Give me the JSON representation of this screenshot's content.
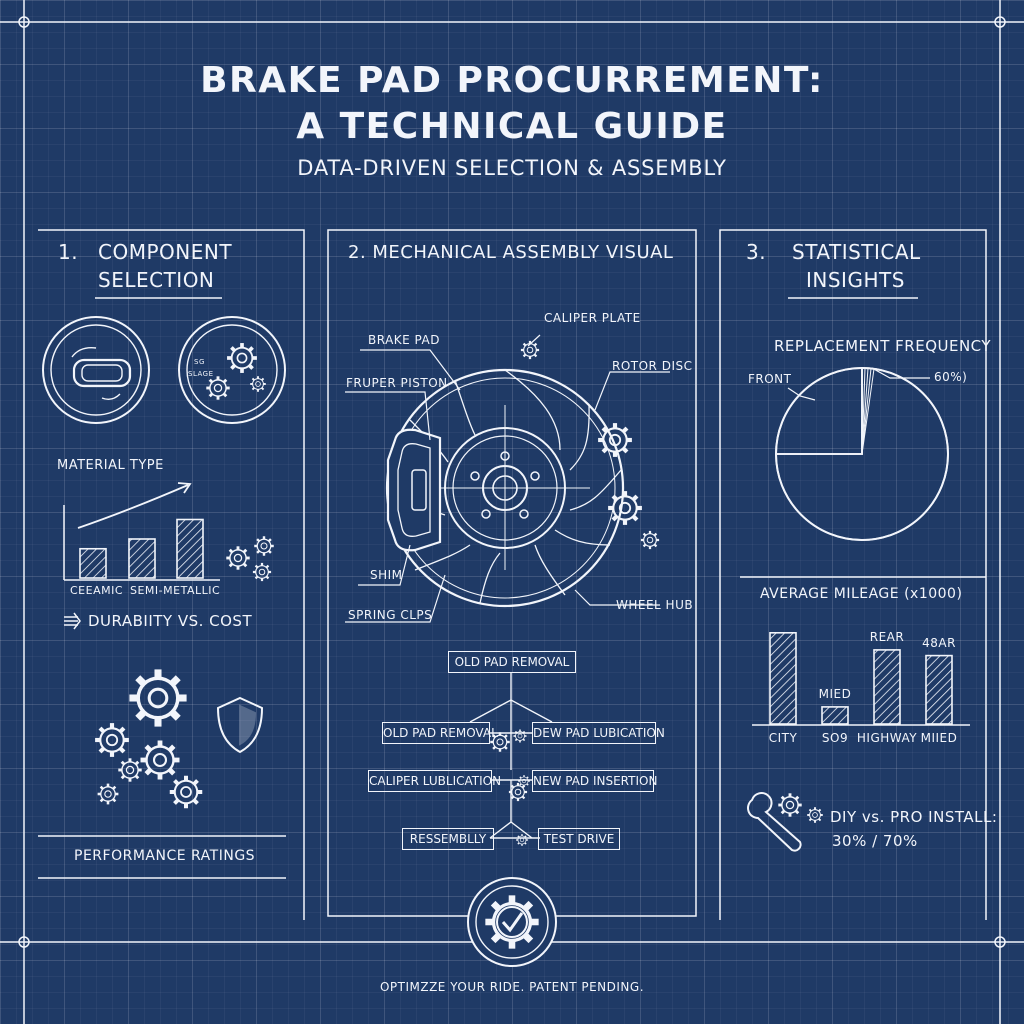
{
  "header": {
    "title_line1": "BRAKE PAD PROCURREMENT:",
    "title_line2": "A TECHNICAL GUIDE",
    "subtitle": "DATA-DRIVEN SELECTION & ASSEMBLY"
  },
  "panel1": {
    "number": "1.",
    "title_line1": "COMPONENT",
    "title_line2": "SELECTION",
    "gear_text_1": "SG",
    "gear_text_2": "SLAGE",
    "chart_title": "MATERIAL TYPE",
    "chart_label_1": "CEEAMIC",
    "chart_label_2": "SEMI-METALLIC",
    "durability_label": "DURABIITY VS. COST",
    "performance_label": "PERFORMANCE RATINGS"
  },
  "panel2": {
    "title": "2.  MECHANICAL ASSEMBLY VISUAL",
    "labels": {
      "brake_pad": "BRAKE PAD",
      "caliper_plate": "CALIPER PLATE",
      "rotor_disc": "ROTOR DISC",
      "fruper_piston": "FRUPER PISTON",
      "shim": "SHIM",
      "spring_clips": "SPRING CLPS",
      "wheel_hub": "WHEEL HUB"
    },
    "flow": {
      "top": "OLD PAD REMOVAL",
      "left1": "OLD PAD REMOVAL",
      "right1": "DEW PAD LUBICATION",
      "left2": "CALIPER LUBLICATION",
      "right2": "NEW PAD INSERTION",
      "left3": "RESSEMBLLY",
      "right3": "TEST DRIVE"
    }
  },
  "panel3": {
    "number": "3.",
    "title_line1": "STATISTICAL",
    "title_line2": "INSIGHTS",
    "pie_title": "REPLACEMENT FREQUENCY",
    "pie_label_front": "FRONT",
    "pie_label_pct": "60%)",
    "bar_title": "AVERAGE MILEAGE (x1000)",
    "diy_label": "DIY vs. PRO INSTALL:",
    "diy_value": "30% / 70%"
  },
  "footer": {
    "text": "OPTIMZZE YOUR RIDE. PATENT PENDING."
  },
  "chart_data": [
    {
      "type": "bar",
      "title": "MATERIAL TYPE",
      "categories": [
        "CEEAMIC",
        "",
        "SEMI-METALLIC"
      ],
      "values": [
        3,
        4,
        6
      ],
      "ylim": [
        0,
        8
      ]
    },
    {
      "type": "pie",
      "title": "REPLACEMENT FREQUENCY",
      "labels": [
        "FRONT",
        "60%)"
      ],
      "values": [
        75,
        25
      ]
    },
    {
      "type": "bar",
      "title": "AVERAGE MILEAGE (x1000)",
      "categories": [
        "CITY",
        "SO9",
        "HIGHWAY",
        "MIIED"
      ],
      "values": [
        80,
        15,
        65,
        60
      ],
      "bar_labels": [
        "",
        "MIED",
        "REAR",
        "48AR"
      ],
      "ylim": [
        0,
        100
      ]
    }
  ]
}
